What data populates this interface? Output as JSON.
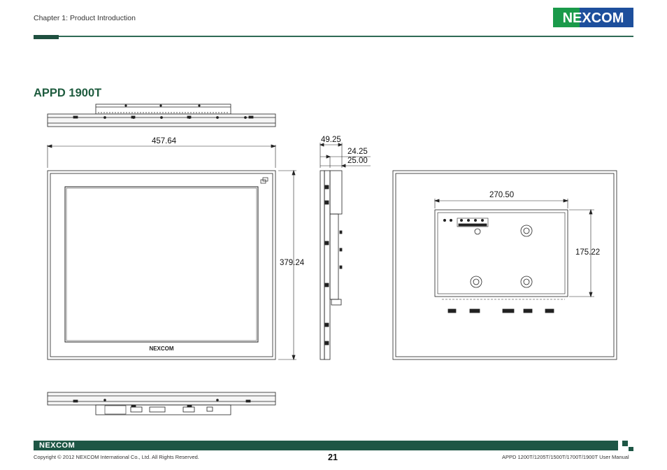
{
  "header": {
    "chapter": "Chapter 1: Product Introduction",
    "logo_text": "NEXCOM",
    "logo_colors": {
      "green": "#1a9a4a",
      "blue": "#1d4f9c"
    }
  },
  "title": "APPD 1900T",
  "dimensions": {
    "front_width": "457.64",
    "front_height": "379.24",
    "side_depth": "49.25",
    "side_inner_a": "24.25",
    "side_inner_b": "25.00",
    "rear_width": "270.50",
    "rear_height": "175.22"
  },
  "bezel_logo": "NEXCOM",
  "footer": {
    "logo_text": "NEXCOM",
    "copyright": "Copyright © 2012 NEXCOM International Co., Ltd. All Rights Reserved.",
    "page_number": "21",
    "manual_title": "APPD 1200T/1205T/1500T/1700T/1900T User Manual",
    "bar_color": "#1e5645"
  }
}
